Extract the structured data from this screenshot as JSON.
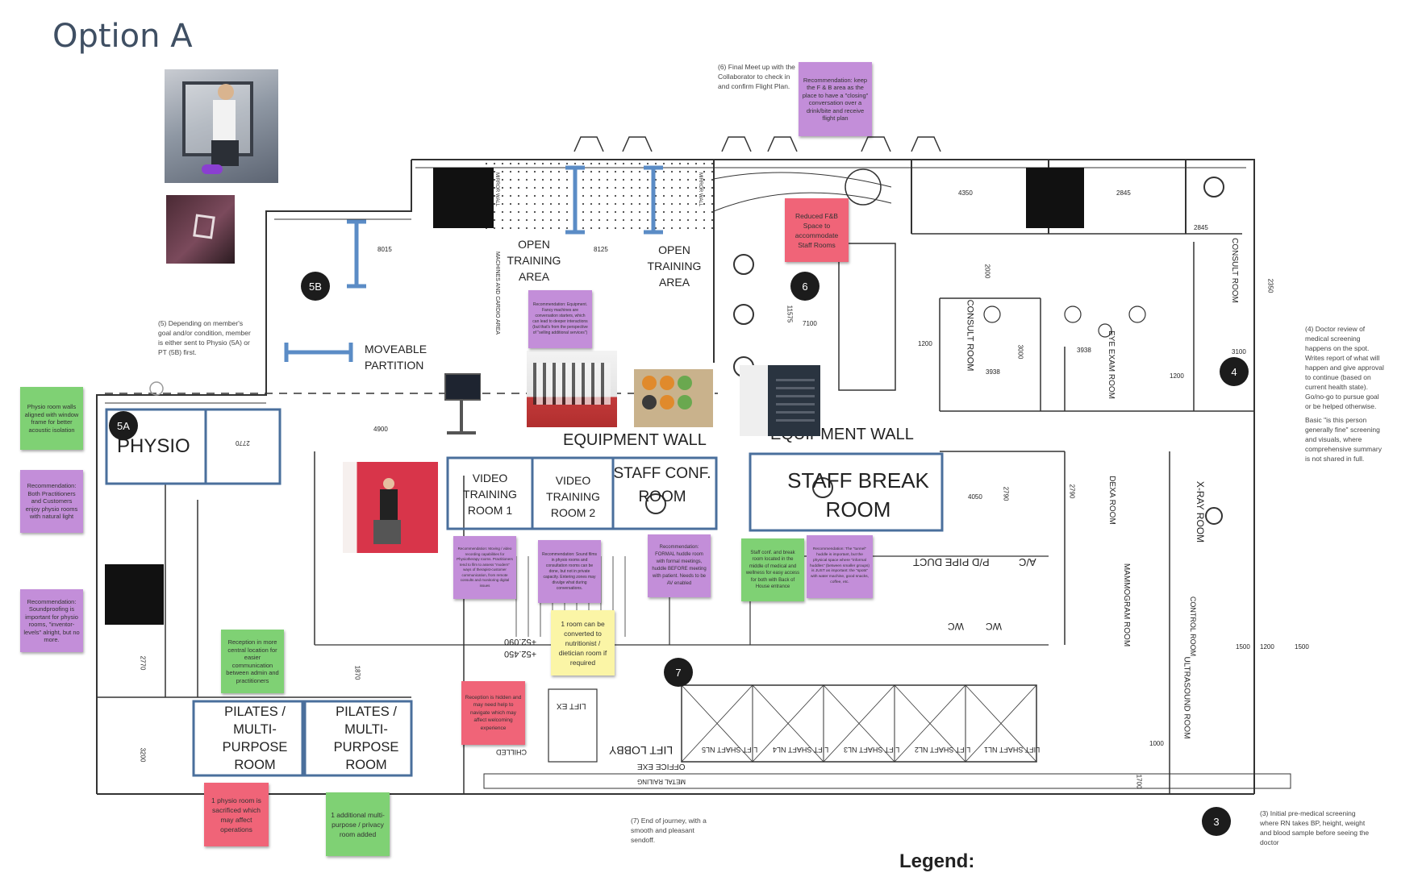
{
  "title": "Option A",
  "legend": "Legend:",
  "rooms": {
    "open_training_1": "OPEN TRAINING AREA",
    "open_training_2": "OPEN TRAINING AREA",
    "moveable_partition": "MOVEABLE PARTITION",
    "equipment_wall_1": "EQUIPMENT WALL",
    "equipment_wall_2": "EQUIPMENT WALL",
    "physio": "PHYSIO",
    "video_training_1": "VIDEO TRAINING ROOM 1",
    "video_training_2": "VIDEO TRAINING ROOM 2",
    "staff_conf": "STAFF CONF. ROOM",
    "staff_break": "STAFF BREAK ROOM",
    "pilates_1": "PILATES / MULTI- PURPOSE ROOM",
    "pilates_2": "PILATES / MULTI- PURPOSE ROOM",
    "x_ray": "X-RAY ROOM",
    "consult": "CONSULT ROOM",
    "eye_exam": "EYE EXAM ROOM",
    "mammogram": "MAMMOGRAM ROOM",
    "dexa": "DEXA ROOM",
    "ultrasound": "ULTRASOUND ROOM",
    "control": "CONTROL ROOM",
    "lift_lobby": "LIFT LOBBY",
    "lift_ex": "LIFT EX",
    "office_exe": "OFFICE EXE",
    "chilled": "CHILLED",
    "metal_railing": "METAL RAILING",
    "mirror_wall": "MIRROR WALL",
    "machines_cardio": "MACHINES AND CARDIO AREA",
    "pd_pipe_duct": "P/D PIPE DUCT",
    "ac": "A/C",
    "wc": "WC",
    "lift_shafts": [
      "LIFT SHAFT NL5",
      "LIFT SHAFT NL4",
      "LIFT SHAFT NL3",
      "LIFT SHAFT NL2",
      "LIFT SHAFT NL1"
    ]
  },
  "dimensions": [
    "8015",
    "8125",
    "4900",
    "7100",
    "11575",
    "4350",
    "2845",
    "2845",
    "2000",
    "3000",
    "3938",
    "3938",
    "1200",
    "1200",
    "2350",
    "1500",
    "4050",
    "2790",
    "2790",
    "2770",
    "2770",
    "3200",
    "1870",
    "1000",
    "1700",
    "1200",
    "1500",
    "3100",
    "+52.090",
    "+52.450"
  ],
  "markers": {
    "m5a": "5A",
    "m5b": "5B",
    "m6": "6",
    "m4": "4",
    "m7": "7",
    "m3": "3"
  },
  "annotations": {
    "a6": "(6) Final Meet up with the Collaborator to check in and confirm Flight Plan.",
    "a5": "(5) Depending on member's goal and/or condition, member is either sent to Physio (5A) or PT (5B) first.",
    "a4": "(4) Doctor review of medical screening happens on the spot. Writes report of what will happen and give approval to continue (based on current health state). Go/no-go to pursue goal or be helped otherwise.",
    "a4b": "Basic \"is this person generally fine\" screening and visuals, where comprehensive summary is not shared in full.",
    "a7": "(7) End of journey, with a smooth and pleasant sendoff.",
    "a3": "(3) Initial pre-medical screening where RN takes BP, height, weight and blood sample before seeing the doctor"
  },
  "notes": {
    "n_fb": "Recommendation: keep the F & B area as the place to have a \"closing\" conversation over a drink/bite and receive flight plan",
    "n_reduced": "Reduced F&B Space to accommodate Staff Rooms",
    "n_equipment": "Recommendation: Equipment. Fancy machines are conversation starters, which can lead to deeper interactions (but that's from the perspective of \"selling additional services\")",
    "n_physio_walls": "Physio room walls aligned with window frame for better acoustic isolation",
    "n_both": "Recommendation: Both Practitioners and Customers enjoy physio rooms with natural light",
    "n_sound": "Recommendation: Soundproofing is important for physio rooms, \"inventor-levels\" alright, but no more.",
    "n_reception_central": "Reception in more central location for easier communication between admin and practitioners",
    "n_moving": "Recommendation: Moving / video recording capabilities for Physiotherapy rooms. Practitioners tend to film to assess \"modern\" ways of therapist-customer communication, from remote consults and monitoring digital issues",
    "n_sound_films": "Recommendation: Sound films in physio rooms and consultation rooms can be done, but not in private capacity. Entering zones may divulge what during conversations.",
    "n_formal": "Recommendation: FORMAL huddle room with formal meetings, huddle BEFORE meeting with patient. Needs to be AV enabled",
    "n_staff_conf": "Staff conf. and break room located in the middle of medical and wellness for easy access for both with Back of House entrance",
    "n_tunnel": "Recommendation: The \"tunnel\" huddle is important, but the physical space where \"informal huddles\" (between smaller groups) is JUST as important: the \"spots\" with water machine, good snacks, coffee, etc.",
    "n_convert": "1 room can be converted to nutritionist / dietician room if required",
    "n_reception_hidden": "Reception is hidden and may need help to navigate which may affect welcoming experience",
    "n_sacrificed": "1 physio room is sacrificed which may affect operations",
    "n_additional": "1 additional multi-purpose / privacy room added"
  },
  "colors": {
    "purple_note": "#c38ed9",
    "green_note": "#7fd174",
    "red_note": "#f06478",
    "yellow_note": "#fbf5a6",
    "room_outline": "#4a6f9c",
    "title": "#3f4f63"
  }
}
